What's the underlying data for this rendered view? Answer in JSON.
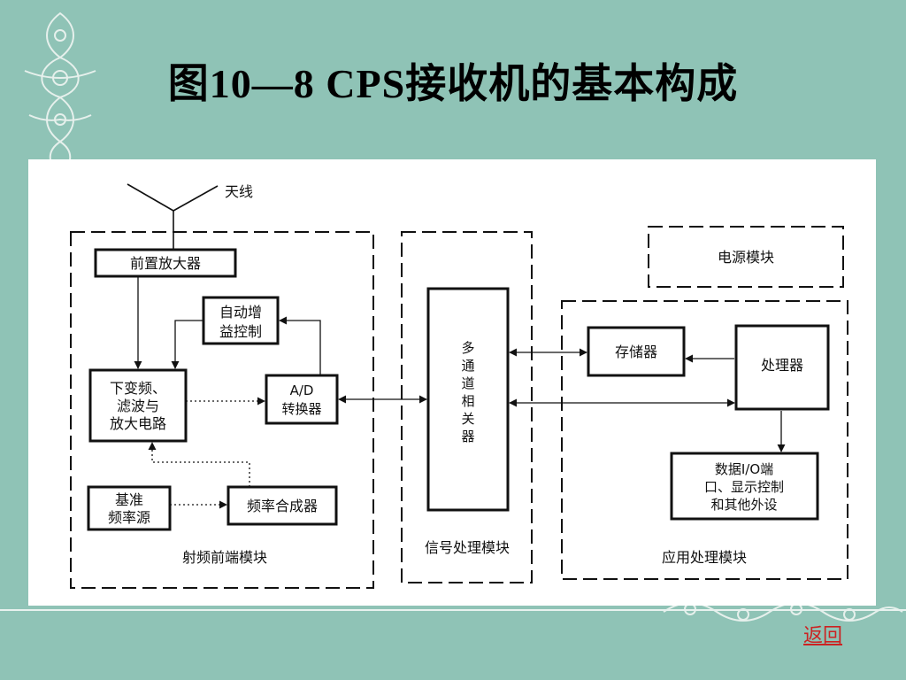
{
  "title": "图10—8  CPS接收机的基本构成",
  "antenna_label": "天线",
  "blocks": {
    "preamp": "前置放大器",
    "agc": [
      "自动增",
      "益控制"
    ],
    "downconv": [
      "下变频、",
      "滤波与",
      "放大电路"
    ],
    "adc": [
      "A/D",
      "转换器"
    ],
    "ref_osc": [
      "基准",
      "频率源"
    ],
    "synth": "频率合成器",
    "correlator": [
      "多",
      "通",
      "道",
      "相",
      "关",
      "器"
    ],
    "power": "电源模块",
    "memory": "存储器",
    "processor": "处理器",
    "io": [
      "数据I/O端",
      "口、显示控制",
      "和其他外设"
    ]
  },
  "modules": {
    "rf": "射频前端模块",
    "signal": "信号处理模块",
    "app": "应用处理模块"
  },
  "return_label": "返回"
}
